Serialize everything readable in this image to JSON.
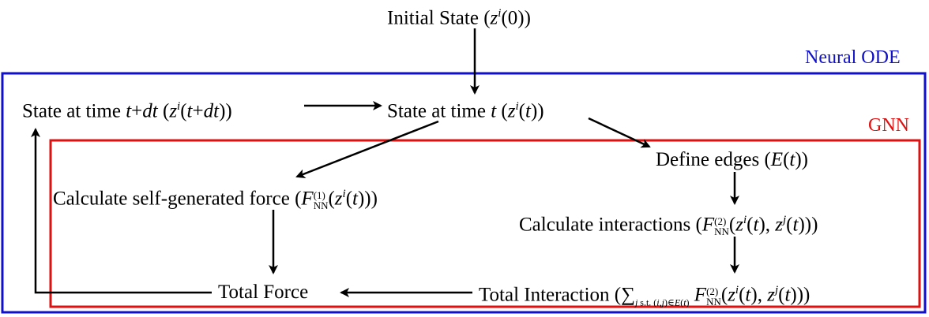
{
  "neural_ode_label": "Neural ODE",
  "gnn_label": "GNN",
  "nodes": {
    "initial_state": {
      "text": "Initial State",
      "math": "(z^i(0))"
    },
    "state_t": {
      "text": "State at time",
      "math": "t (z^i(t))"
    },
    "state_tdt": {
      "text": "State at time",
      "math": "t+dt (z^i(t+dt))"
    },
    "define_edges": {
      "text": "Define edges",
      "math": "(E(t))"
    },
    "self_force": {
      "text": "Calculate self-generated force",
      "math": "(F_NN^(1)(z^i(t)))"
    },
    "interactions": {
      "text": "Calculate interactions",
      "math": "(F_NN^(2)(z^i(t), z^j(t)))"
    },
    "total_force": {
      "text": "Total Force"
    },
    "total_interaction": {
      "text": "Total Interaction",
      "math": "(∑_{j s.t. (i,j)∈E(t)} F_NN^(2)(z^i(t), z^j(t)))"
    }
  },
  "colors": {
    "neural_ode": "#1010c8",
    "gnn": "#e01010",
    "arrows": "#000000"
  }
}
